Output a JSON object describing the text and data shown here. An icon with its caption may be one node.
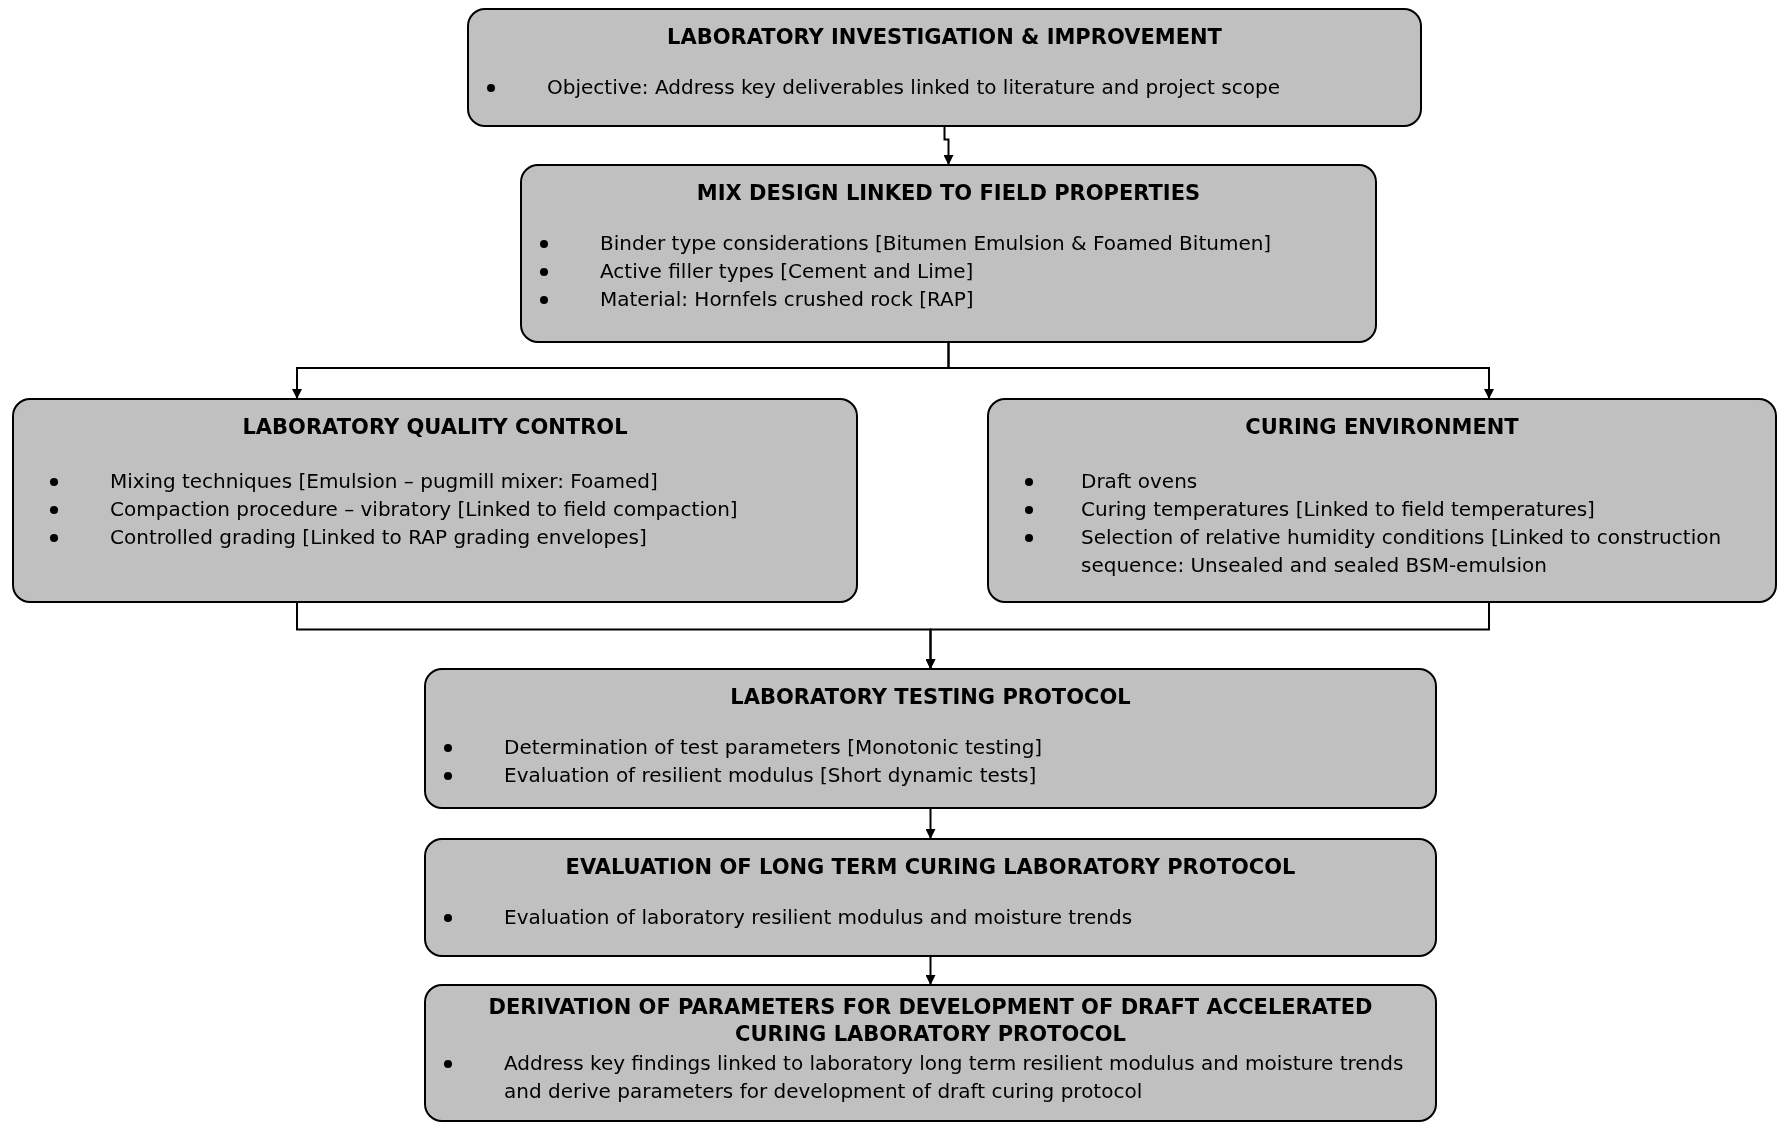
{
  "diagram": {
    "nodes": [
      {
        "text": [
          "LABORATORY INVESTIGATION & IMPROVEMENT",
          "Objective: Address key deliverables linked to literature and project scope"
        ]
      },
      {
        "text": [
          "MIX DESIGN LINKED TO FIELD PROPERTIES",
          "Binder type considerations [Bitumen Emulsion & Foamed Bitumen]",
          "Active filler types [Cement and Lime]",
          "Material: Hornfels crushed rock [RAP]"
        ]
      },
      {
        "text": [
          "LABORATORY QUALITY CONTROL",
          "Mixing techniques [Emulsion – pugmill mixer: Foamed]",
          "Compaction procedure – vibratory [Linked to field compaction]",
          "Controlled grading [Linked to RAP grading envelopes]"
        ]
      },
      {
        "text": [
          "CURING ENVIRONMENT",
          "Draft ovens",
          "Curing temperatures [Linked to field temperatures]",
          "Selection of relative humidity conditions [Linked to construction sequence: Unsealed and sealed BSM-emulsion"
        ]
      },
      {
        "text": [
          "LABORATORY TESTING PROTOCOL",
          "Determination of test parameters [Monotonic testing]",
          "Evaluation of resilient modulus [Short dynamic tests]"
        ]
      },
      {
        "text": [
          "EVALUATION OF LONG TERM CURING LABORATORY PROTOCOL",
          "Evaluation of laboratory resilient modulus and moisture trends"
        ]
      },
      {
        "text": [
          "DERIVATION OF PARAMETERS FOR DEVELOPMENT OF DRAFT ACCELERATED CURING LABORATORY PROTOCOL",
          "Address key findings linked to laboratory long term resilient modulus and moisture trends and derive parameters for development of draft curing protocol"
        ]
      }
    ],
    "edges": [
      {
        "from": 0,
        "to": 1,
        "arrow": "to"
      },
      {
        "from": 1,
        "to": 2,
        "arrow": "to"
      },
      {
        "from": 1,
        "to": 3,
        "arrow": "to"
      },
      {
        "from": 2,
        "to": 4,
        "arrow": "to"
      },
      {
        "from": 3,
        "to": 4,
        "arrow": "to"
      },
      {
        "from": 4,
        "to": 5,
        "arrow": "to"
      },
      {
        "from": 5,
        "to": 6,
        "arrow": "to"
      }
    ]
  }
}
